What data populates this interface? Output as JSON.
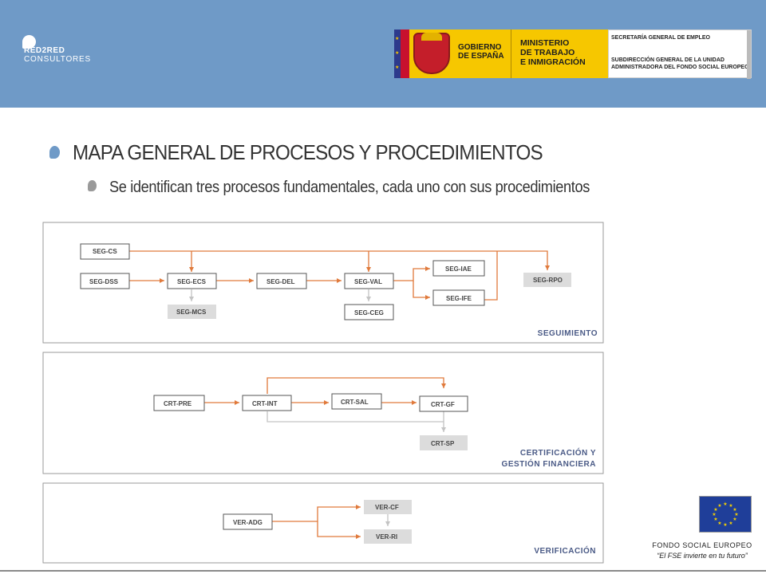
{
  "brand": {
    "line1": "RED2RED",
    "line2": "CONSULTORES"
  },
  "gov": {
    "gobierno": "GOBIERNO\nDE ESPAÑA",
    "ministerio": "MINISTERIO\nDE TRABAJO\nE INMIGRACIÓN",
    "secretaria": "SECRETARÍA GENERAL DE EMPLEO",
    "subdireccion": "SUBDIRECCIÓN GENERAL DE LA UNIDAD\nADMINISTRADORA DEL FONDO SOCIAL EUROPEO"
  },
  "slide": {
    "title": "MAPA GENERAL DE PROCESOS Y PROCEDIMIENTOS",
    "subtitle": "Se identifican tres procesos fundamentales, cada uno con sus procedimientos"
  },
  "panels": {
    "seguimiento": "SEGUIMIENTO",
    "certificacion_1": "CERTIFICACIÓN Y",
    "certificacion_2": "GESTIÓN FINANCIERA",
    "verificacion": "VERIFICACIÓN"
  },
  "nodes": {
    "seg_cs": "SEG-CS",
    "seg_dss": "SEG-DSS",
    "seg_ecs": "SEG-ECS",
    "seg_del": "SEG-DEL",
    "seg_val": "SEG-VAL",
    "seg_iae": "SEG-IAE",
    "seg_ife": "SEG-IFE",
    "seg_rpo": "SEG-RPO",
    "seg_mcs": "SEG-MCS",
    "seg_ceg": "SEG-CEG",
    "crt_pre": "CRT-PRE",
    "crt_int": "CRT-INT",
    "crt_sal": "CRT-SAL",
    "crt_gf": "CRT-GF",
    "crt_sp": "CRT-SP",
    "ver_adg": "VER-ADG",
    "ver_cf": "VER-CF",
    "ver_ri": "VER-RI"
  },
  "footer": {
    "fse": "FONDO SOCIAL EUROPEO",
    "slogan": "“El FSE invierte en tu futuro”"
  },
  "colors": {
    "header": "#6f9ac7",
    "arrow": "#e07a3c",
    "gray_arrow": "#c4c4c4",
    "shaded_node": "#dcdcdc"
  }
}
